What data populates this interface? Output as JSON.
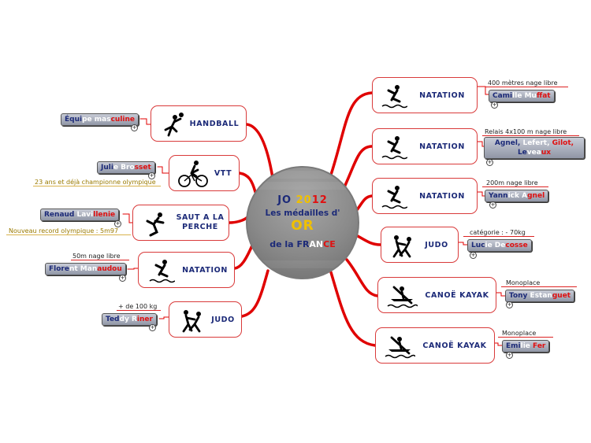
{
  "center": {
    "jo_prefix": "JO ",
    "year_a": "20",
    "year_b": "12",
    "subtitle": "Les médailles d'",
    "or": "OR",
    "de_la": "de la ",
    "fr_1": "FR",
    "fr_2": "AN",
    "fr_3": "CE"
  },
  "right_nodes": [
    {
      "label": "NATATION",
      "icon": "swimmer-icon",
      "note": "400 mètres nage libre",
      "name_parts": [
        {
          "t": "Cami",
          "c": "b"
        },
        {
          "t": "lle Mu",
          "c": "w"
        },
        {
          "t": "ffat",
          "c": "r"
        }
      ]
    },
    {
      "label": "NATATION",
      "icon": "swimmer-icon",
      "note": "Relais 4x100 m nage libre",
      "name_parts": [
        {
          "t": "Agnel, ",
          "c": "b"
        },
        {
          "t": "Lefert, ",
          "c": "w"
        },
        {
          "t": "Gilot,",
          "c": "r"
        }
      ],
      "name_parts2": [
        {
          "t": "Le",
          "c": "b"
        },
        {
          "t": "vea",
          "c": "w"
        },
        {
          "t": "ux",
          "c": "r"
        }
      ]
    },
    {
      "label": "NATATION",
      "icon": "swimmer-icon",
      "note": "200m nage libre",
      "name_parts": [
        {
          "t": "Yann",
          "c": "b"
        },
        {
          "t": "ick A",
          "c": "w"
        },
        {
          "t": "gnel",
          "c": "r"
        }
      ]
    },
    {
      "label": "JUDO",
      "icon": "judo-icon",
      "note": "catégorie : - 70kg",
      "name_parts": [
        {
          "t": "Luc",
          "c": "b"
        },
        {
          "t": "ie De",
          "c": "w"
        },
        {
          "t": "cosse",
          "c": "r"
        }
      ]
    },
    {
      "label": "CANOË KAYAK",
      "icon": "kayak-icon",
      "note": "Monoplace",
      "name_parts": [
        {
          "t": "Tony ",
          "c": "b"
        },
        {
          "t": "Estan",
          "c": "w"
        },
        {
          "t": "guet",
          "c": "r"
        }
      ]
    },
    {
      "label": "CANOË KAYAK",
      "icon": "kayak-icon",
      "note": "Monoplace",
      "name_parts": [
        {
          "t": "Emi",
          "c": "b"
        },
        {
          "t": "lie ",
          "c": "w"
        },
        {
          "t": "Fer",
          "c": "r"
        }
      ]
    }
  ],
  "left_nodes": [
    {
      "label": "HANDBALL",
      "icon": "handball-icon",
      "note": "",
      "name_parts": [
        {
          "t": "Équi",
          "c": "b"
        },
        {
          "t": "pe mas",
          "c": "w"
        },
        {
          "t": "culine",
          "c": "r"
        }
      ]
    },
    {
      "label": "VTT",
      "icon": "cyclist-icon",
      "note": "23 ans et déjà championne olympique",
      "name_parts": [
        {
          "t": "Juli",
          "c": "b"
        },
        {
          "t": "e Bro",
          "c": "w"
        },
        {
          "t": "sset",
          "c": "r"
        }
      ]
    },
    {
      "label": "SAUT A LA PERCHE",
      "icon": "athlete-icon",
      "note": "Nouveau record olympique : 5m97",
      "name_parts": [
        {
          "t": "Renaud ",
          "c": "b"
        },
        {
          "t": "Lavi",
          "c": "w"
        },
        {
          "t": "llenie",
          "c": "r"
        }
      ]
    },
    {
      "label": "NATATION",
      "icon": "swimmer-icon",
      "note": "50m nage libre",
      "name_parts": [
        {
          "t": "Flore",
          "c": "b"
        },
        {
          "t": "nt Man",
          "c": "w"
        },
        {
          "t": "audou",
          "c": "r"
        }
      ]
    },
    {
      "label": "JUDO",
      "icon": "judo-icon",
      "note": "+ de 100 kg",
      "name_parts": [
        {
          "t": "Ted",
          "c": "b"
        },
        {
          "t": "dy R",
          "c": "w"
        },
        {
          "t": "iner",
          "c": "r"
        }
      ]
    }
  ]
}
